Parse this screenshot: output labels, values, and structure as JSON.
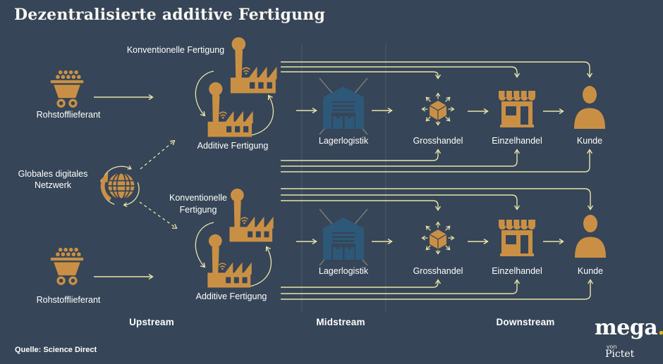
{
  "title": "Dezentralisierte additive Fertigung",
  "source": "Quelle: Science Direct",
  "network": {
    "label": "Globales digitales Netzwerk"
  },
  "rows": [
    {
      "supplier": "Rohstofflieferant",
      "conventional_label": "Konventionelle Fertigung",
      "additive_label": "Additive Fertigung",
      "warehouse": "Lagerlogistik",
      "wholesale": "Grosshandel",
      "retail": "Einzelhandel",
      "customer": "Kunde"
    },
    {
      "supplier": "Rohstofflieferant",
      "conventional_label": "Konventionelle Fertigung",
      "additive_label": "Additive Fertigung",
      "warehouse": "Lagerlogistik",
      "wholesale": "Grosshandel",
      "retail": "Einzelhandel",
      "customer": "Kunde"
    }
  ],
  "streams": {
    "upstream": "Upstream",
    "midstream": "Midstream",
    "downstream": "Downstream"
  },
  "logo": {
    "brand": "mega",
    "dot": ".",
    "prefix": "von",
    "name": "Pictet"
  },
  "colors": {
    "background": "#364557",
    "accent_orange": "#C99045",
    "line_yellow": "#E9E4A9",
    "warehouse_blue": "#2D5878",
    "logo_dot_gold": "#E7B414",
    "text_white": "#FFFFFF"
  },
  "icons": {
    "ore-cart-icon": "mining cart with raw material dots",
    "smart-factory-icon": "factory with chimney, smoke and wifi signal",
    "globe-network-icon": "globe with circular sync arrows",
    "warehouse-icon": "warehouse crossed out with X",
    "distribution-cube-icon": "cube with arrows radiating outward",
    "storefront-icon": "retail shop with awning",
    "customer-icon": "person silhouette",
    "cycle-arrows-icon": "two curved exchange arrows",
    "dashed-arrow-icon": "dashed data-flow arrow"
  }
}
